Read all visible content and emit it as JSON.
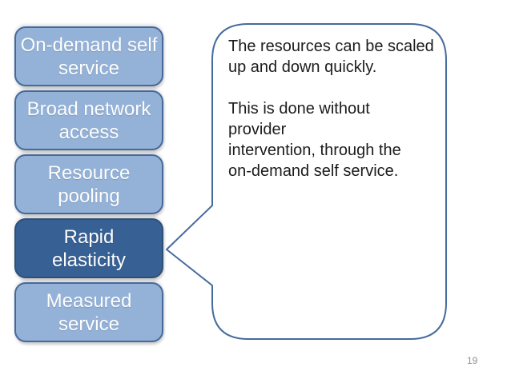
{
  "slide": {
    "page_number": "19"
  },
  "colors": {
    "background": "#ffffff",
    "box_fill": "#94b2d8",
    "box_border": "#46699b",
    "box_active_fill": "#376094",
    "box_active_border": "#2d5176",
    "box_text": "#fdfdfd",
    "callout_border": "#466b9d",
    "callout_fill": "#ffffff",
    "callout_text": "#1c1c1c",
    "page_number_color": "#8f8f8f"
  },
  "boxes": [
    {
      "label": "On-demand self\nservice",
      "active": false
    },
    {
      "label": "Broad network\naccess",
      "active": false
    },
    {
      "label": "Resource\npooling",
      "active": false
    },
    {
      "label": "Rapid\nelasticity",
      "active": true
    },
    {
      "label": "Measured\nservice",
      "active": false
    }
  ],
  "callout": {
    "paragraph1": "The resources can be scaled\nup and down quickly.",
    "paragraph2": "This is done without\nprovider\nintervention, through the\non-demand self service."
  }
}
